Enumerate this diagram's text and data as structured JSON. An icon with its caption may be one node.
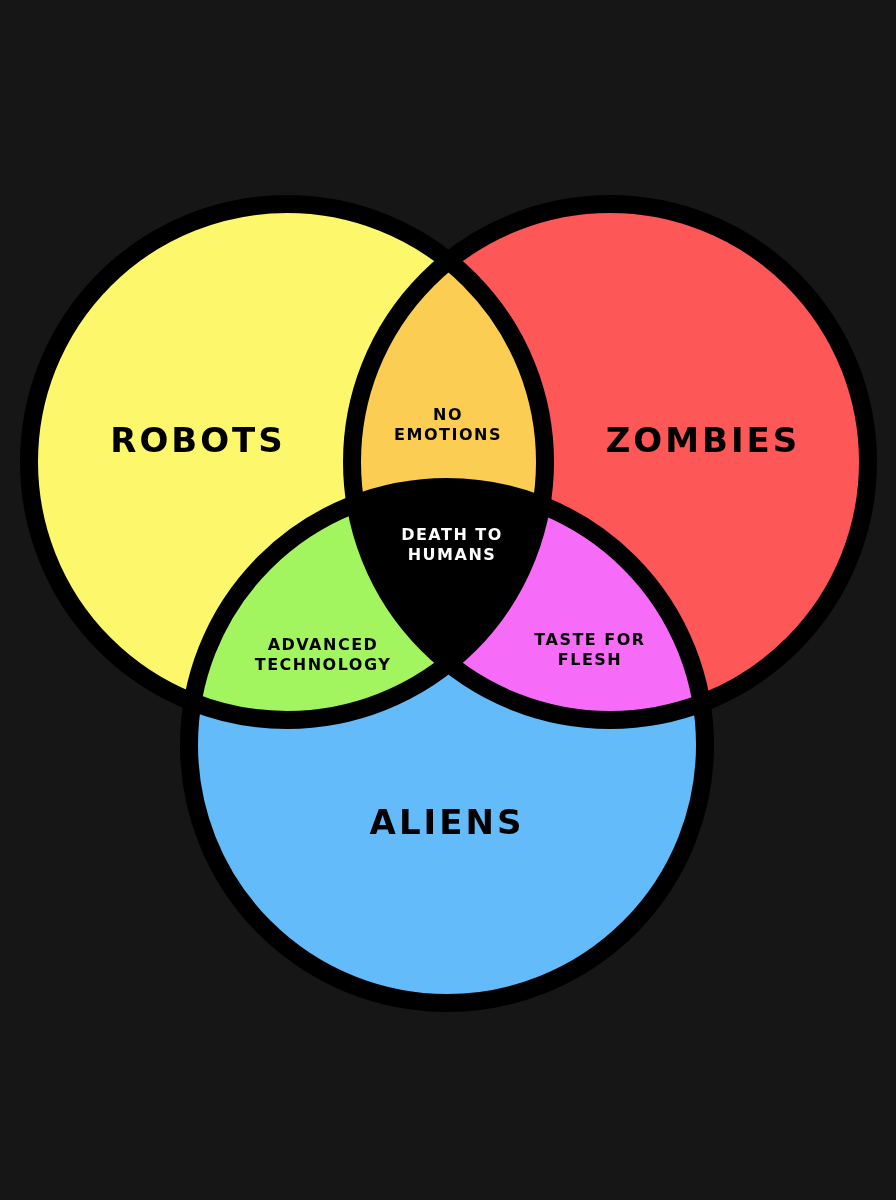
{
  "diagram": {
    "nodes": [
      {
        "text": [
          "ROBOTS"
        ]
      },
      {
        "text": [
          "ZOMBIES"
        ]
      },
      {
        "text": [
          "ALIENS"
        ]
      },
      {
        "text": [
          "NO EMOTIONS"
        ]
      },
      {
        "text": [
          "ADVANCED TECHNOLOGY"
        ]
      },
      {
        "text": [
          "TASTE FOR FLESH"
        ]
      },
      {
        "text": [
          "DEATH TO HUMANS"
        ]
      }
    ],
    "edges": []
  }
}
